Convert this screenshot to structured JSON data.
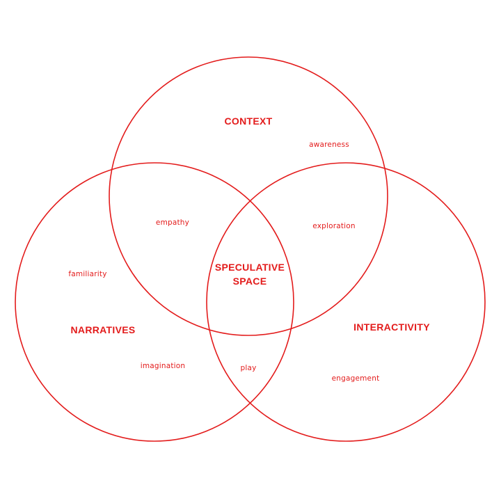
{
  "colors": {
    "accent": "#e31b1b"
  },
  "sets": {
    "context": "CONTEXT",
    "narratives": "NARRATIVES",
    "interactivity": "INTERACTIVITY"
  },
  "center": {
    "line1": "SPECULATIVE",
    "line2": "SPACE"
  },
  "terms": {
    "awareness": "awareness",
    "empathy": "empathy",
    "exploration": "exploration",
    "familiarity": "familiarity",
    "imagination": "imagination",
    "play": "play",
    "engagement": "engagement"
  }
}
